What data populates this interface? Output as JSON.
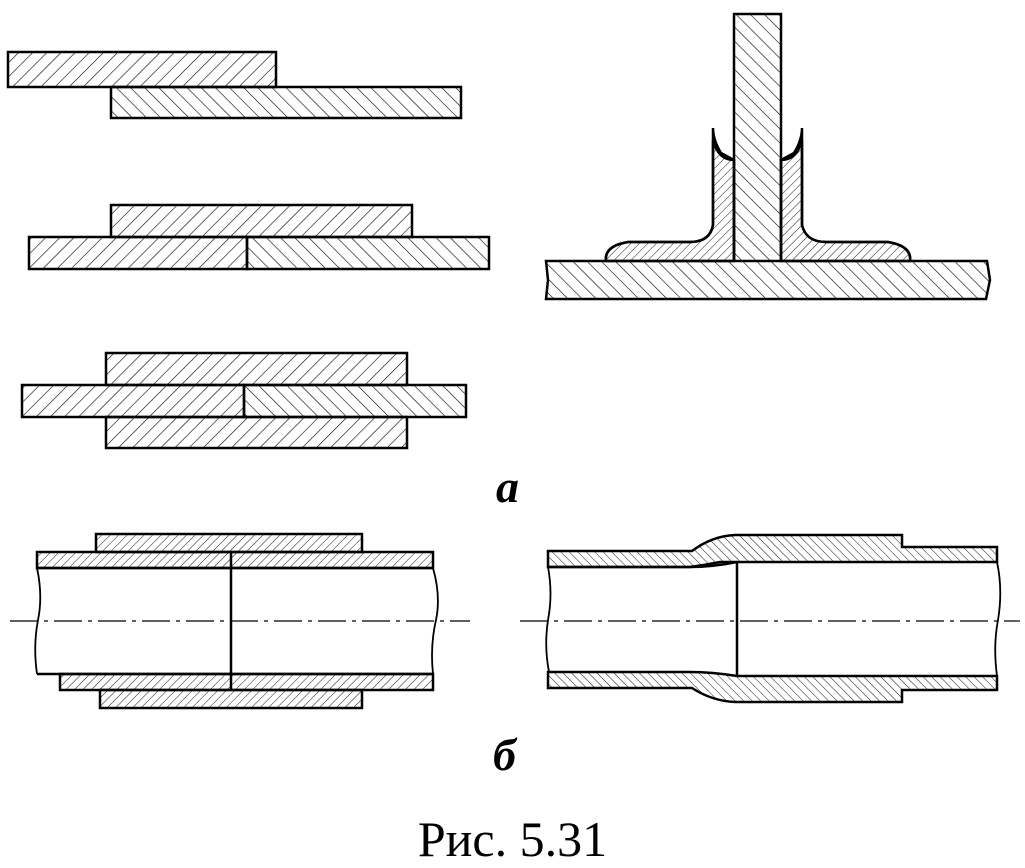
{
  "labels": {
    "part_a": "а",
    "part_b": "б"
  },
  "caption": "Рис. 5.31",
  "colors": {
    "line": "#000000",
    "background": "#ffffff"
  }
}
